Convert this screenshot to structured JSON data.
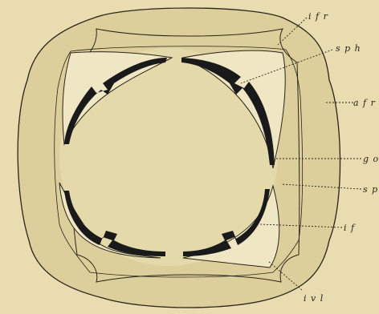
{
  "figure": {
    "labels": {
      "ifr": "i f r",
      "sph": "s p h",
      "afr": "a f r",
      "go": "g o",
      "sp": "s p",
      "if": "i f",
      "ivl": "i v l"
    },
    "colors": {
      "background": "#e8dcb0",
      "outer_band": "#d9cc9a",
      "inner_disc": "#e2d6a8",
      "ink": "#1a1a1a",
      "line": "#2a2418"
    }
  }
}
